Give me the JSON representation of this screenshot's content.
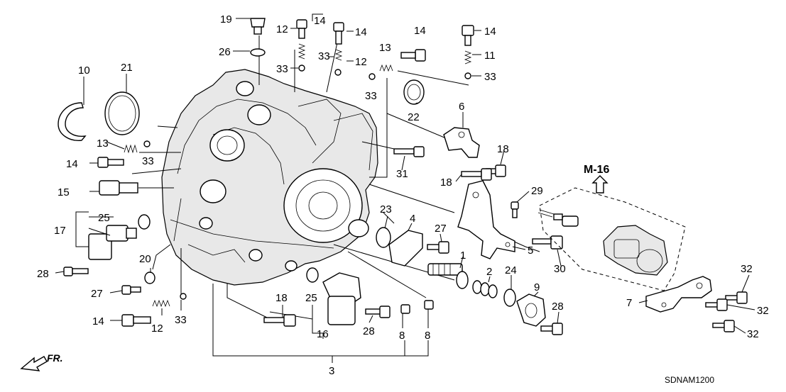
{
  "diagram": {
    "code": "SDNAM1200",
    "direction_label": "FR.",
    "ref_label": "M-16",
    "callouts": {
      "c1": "1",
      "c2": "2",
      "c3": "3",
      "c4": "4",
      "c5": "5",
      "c6": "6",
      "c7": "7",
      "c8a": "8",
      "c8b": "8",
      "c9": "9",
      "c10": "10",
      "c11": "11",
      "c12a": "12",
      "c12b": "12",
      "c12c": "12",
      "c13a": "13",
      "c13b": "13",
      "c14a": "14",
      "c14b": "14",
      "c14c": "14",
      "c14d": "14",
      "c14e": "14",
      "c14f": "14",
      "c15": "15",
      "c16": "16",
      "c17": "17",
      "c18a": "18",
      "c18b": "18",
      "c18c": "18",
      "c19": "19",
      "c20": "20",
      "c21": "21",
      "c22": "22",
      "c23": "23",
      "c24": "24",
      "c25a": "25",
      "c25b": "25",
      "c26": "26",
      "c27a": "27",
      "c27b": "27",
      "c28a": "28",
      "c28b": "28",
      "c28c": "28",
      "c29": "29",
      "c30": "30",
      "c31": "31",
      "c32a": "32",
      "c32b": "32",
      "c32c": "32",
      "c33a": "33",
      "c33b": "33",
      "c33c": "33",
      "c33d": "33",
      "c33e": "33",
      "c33f": "33"
    }
  }
}
